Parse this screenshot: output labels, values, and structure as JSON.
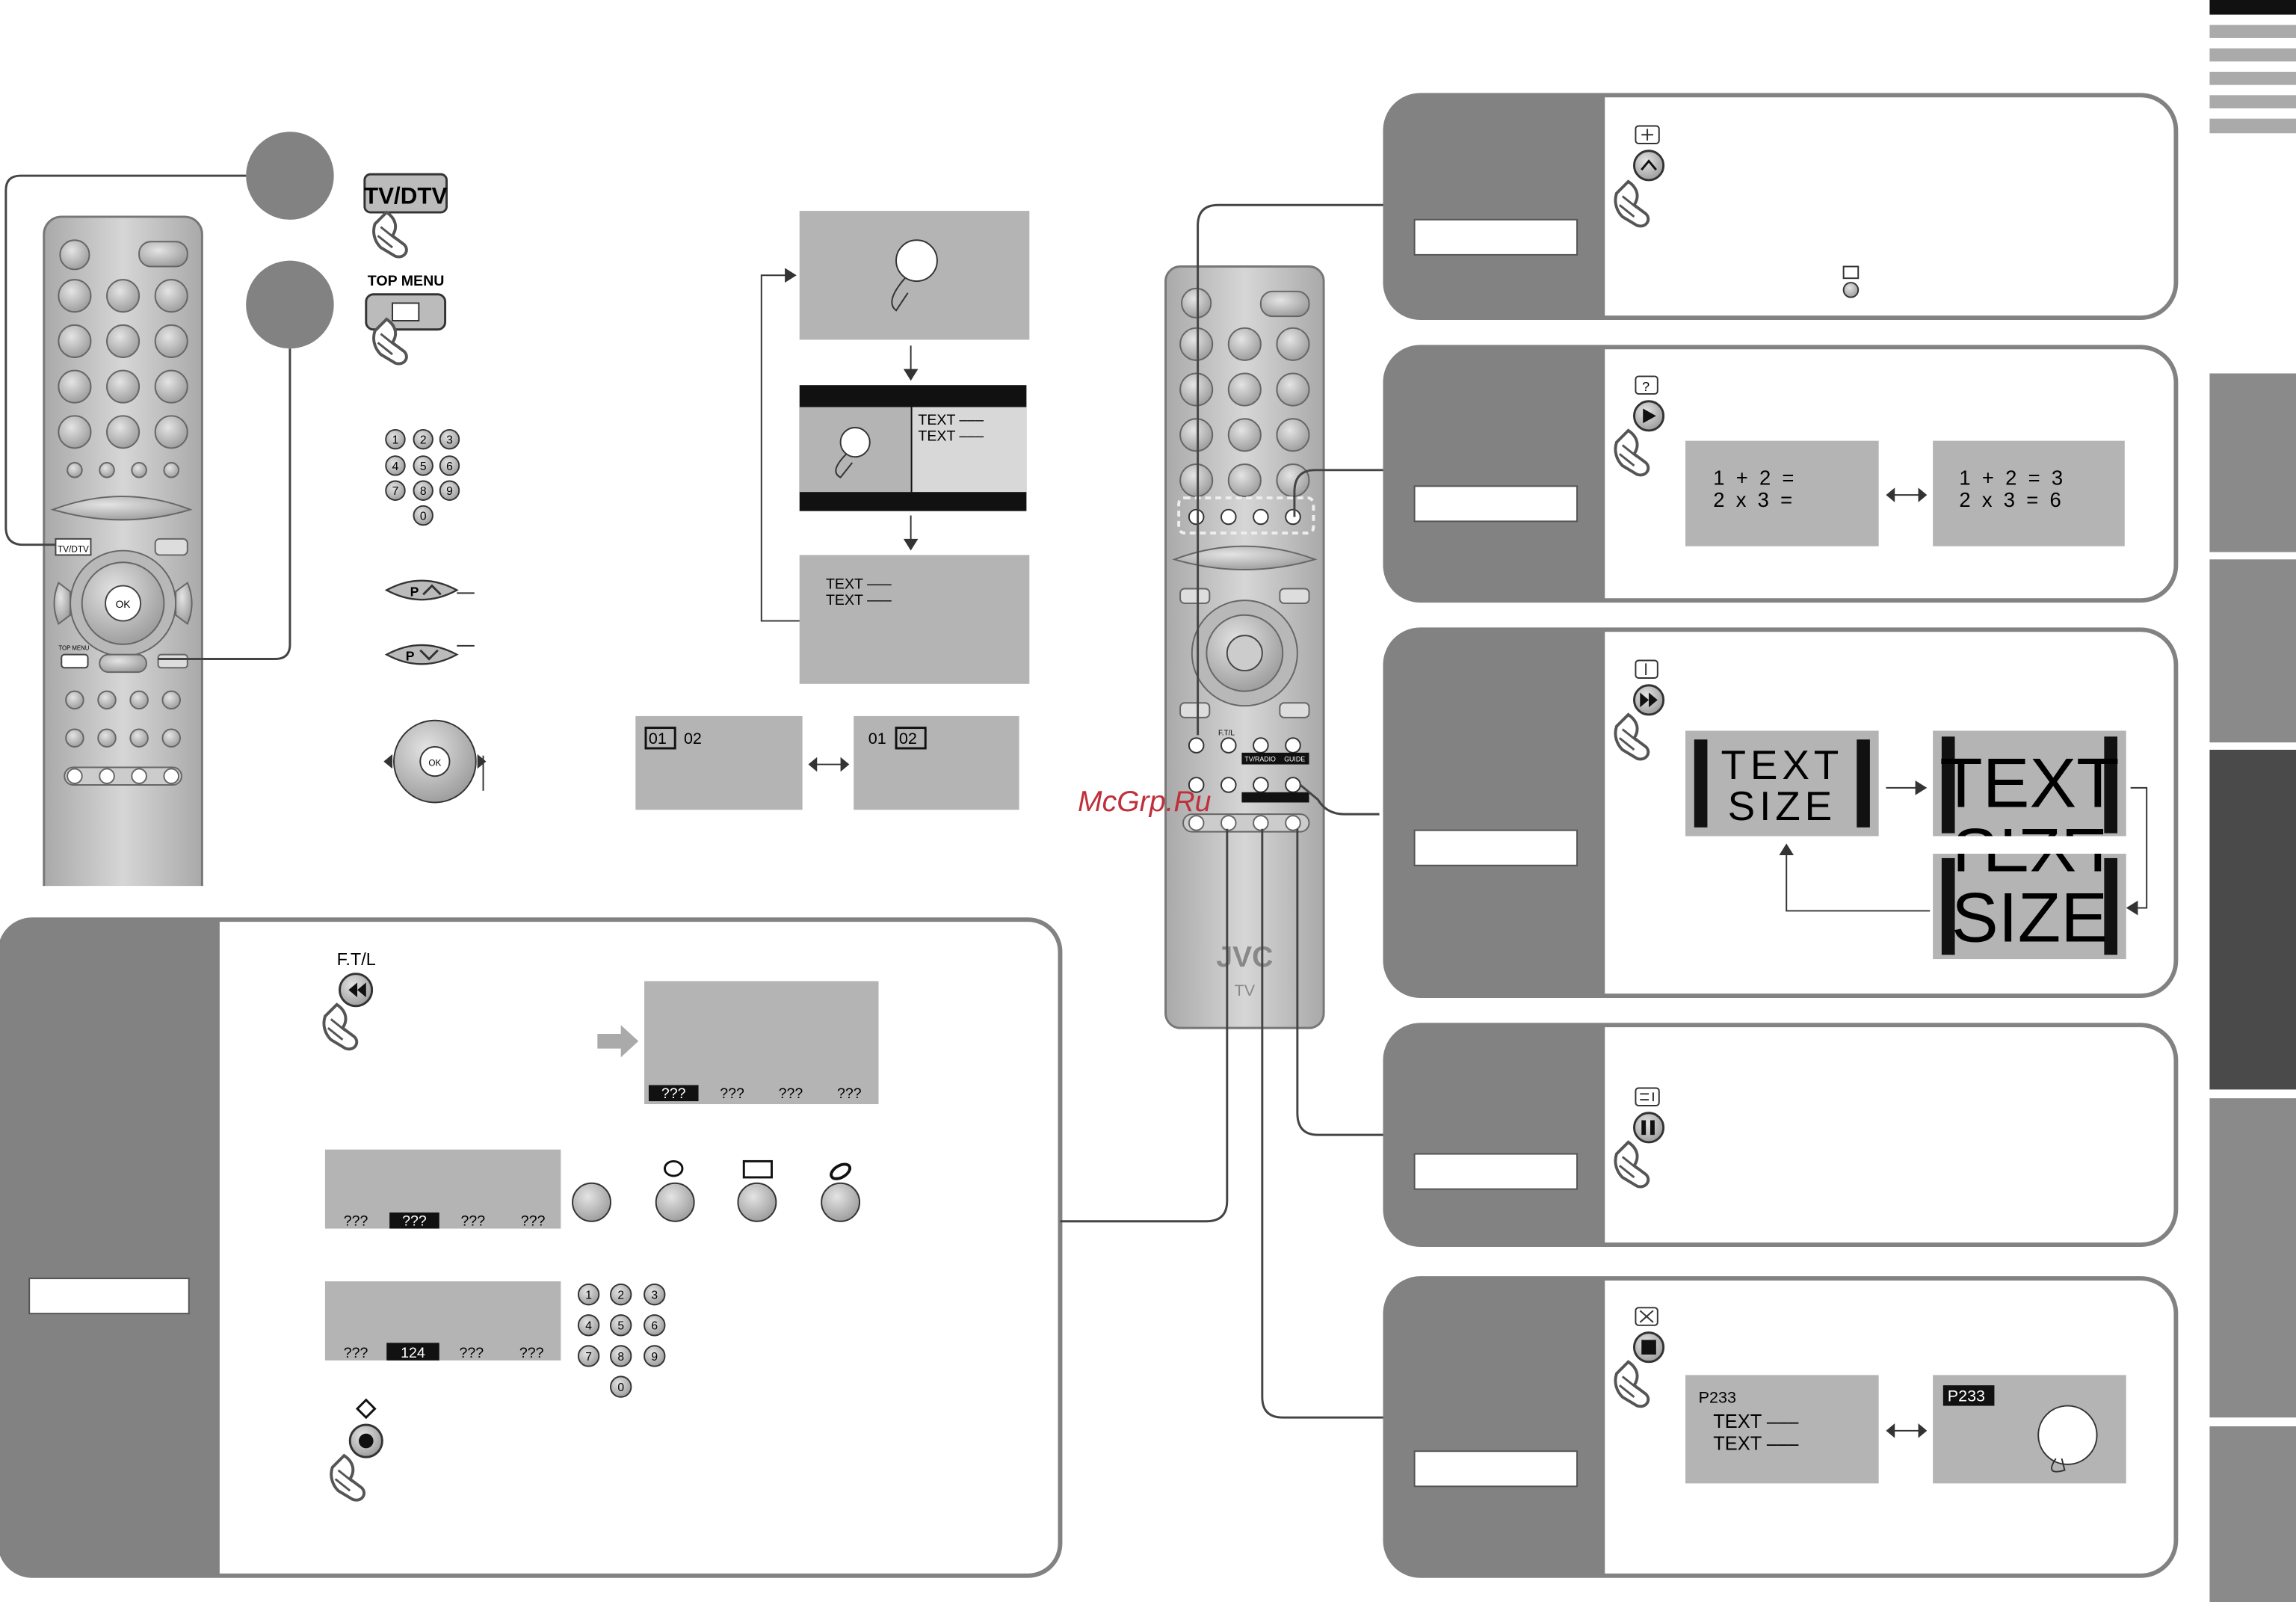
{
  "remote": {
    "brand": "JVC",
    "model_label": "TV",
    "tv_dtv_label": "TV/DTV",
    "top_menu_label": "TOP MENU",
    "ok_label": "OK",
    "ftl_small": "F.T/L",
    "tvradio_small": "TV/RADIO",
    "guide_small": "GUIDE"
  },
  "buttons": {
    "tv_dtv": "TV/DTV",
    "top_menu": "TOP MENU",
    "p_up": "P",
    "p_down": "P",
    "ok": "OK",
    "ftl": "F.T/L"
  },
  "numpad": [
    "1",
    "2",
    "3",
    "4",
    "5",
    "6",
    "7",
    "8",
    "9",
    "0"
  ],
  "flow": {
    "split_text_1": "TEXT –––",
    "split_text_2": "TEXT –––",
    "full_text_1": "TEXT –––",
    "full_text_2": "TEXT –––"
  },
  "subpage": {
    "left_sel": "01",
    "left_other": "02",
    "right_other": "01",
    "right_sel": "02"
  },
  "ftl_panel": {
    "screen1_tabs": [
      "???",
      "???",
      "???",
      "???"
    ],
    "screen2_tabs": [
      "???",
      "???",
      "???",
      "???"
    ],
    "screen3_tabs": [
      "???",
      "124",
      "???",
      "???"
    ]
  },
  "reveal": {
    "left_line1": "1  +  2  =",
    "left_line2": "2  x  3  =",
    "right_line1": "1  +  2  =  3",
    "right_line2": "2  x  3  =  6"
  },
  "size": {
    "line1": "TEXT",
    "line2": "SIZE"
  },
  "cancel": {
    "left_page": "P233",
    "left_text1": "TEXT –––",
    "left_text2": "TEXT –––",
    "right_page": "P233"
  },
  "watermark": "McGrp.Ru",
  "colors": {
    "panel_dark": "#828282",
    "screen_gray": "#b4b4b4",
    "remote_body": "#c8c8c8",
    "watermark_red": "#c0303a"
  }
}
